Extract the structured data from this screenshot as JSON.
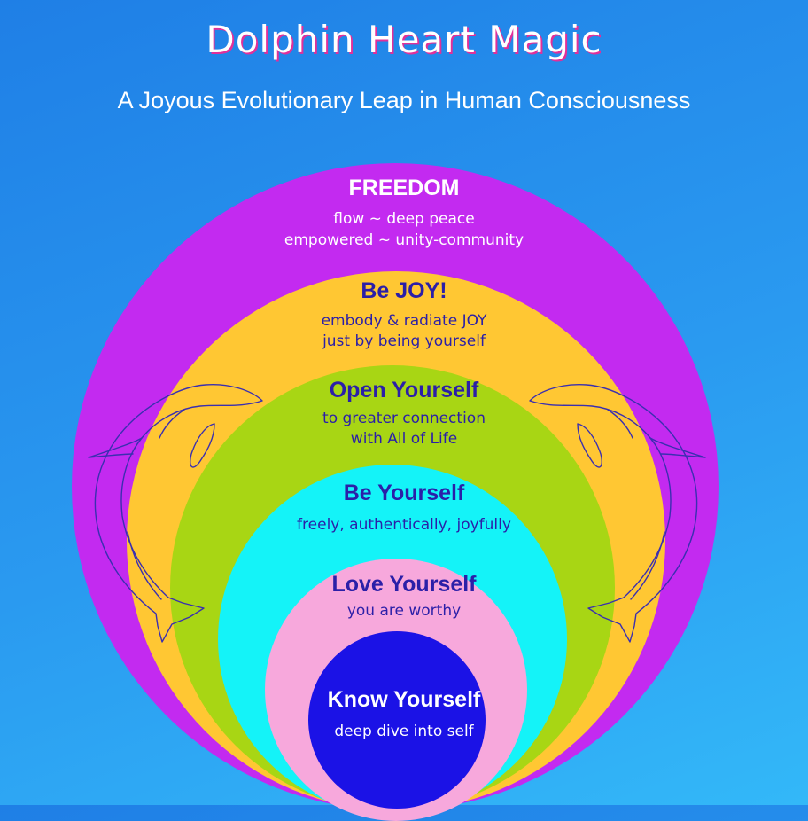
{
  "header": {
    "title": "Dolphin Heart Magic",
    "subtitle": "A Joyous Evolutionary Leap in Human Consciousness"
  },
  "colors": {
    "freedom": "#c32af0",
    "joy": "#ffc733",
    "open": "#a8d614",
    "be": "#14f3f8",
    "love": "#f7a8dc",
    "know": "#1b12e6",
    "heading_dark": "#2b1fa8",
    "dolphin_line": "#3a2fb0"
  },
  "levels": [
    {
      "key": "freedom",
      "heading": "FREEDOM",
      "lines": [
        "flow ~ deep peace",
        "empowered ~ unity-community"
      ]
    },
    {
      "key": "joy",
      "heading": "Be JOY!",
      "lines": [
        "embody & radiate JOY",
        "just by being yourself"
      ]
    },
    {
      "key": "open",
      "heading": "Open Yourself",
      "lines": [
        "to greater connection",
        "with All of Life"
      ]
    },
    {
      "key": "be",
      "heading": "Be Yourself",
      "lines": [
        "freely, authentically, joyfully"
      ]
    },
    {
      "key": "love",
      "heading": "Love Yourself",
      "lines": [
        "you  are worthy"
      ]
    },
    {
      "key": "know",
      "heading": "Know Yourself",
      "lines": [
        "deep dive into self"
      ]
    }
  ]
}
